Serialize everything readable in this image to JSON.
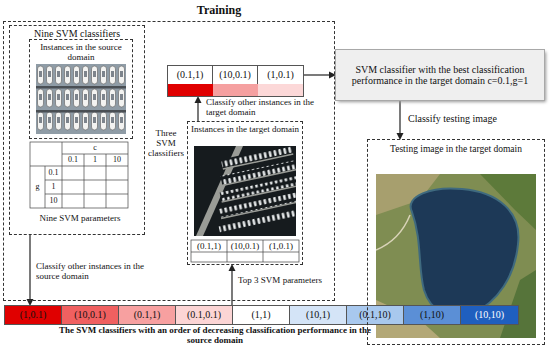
{
  "diagram": {
    "nodes": [
      {
        "text": [
          "Training"
        ]
      },
      {
        "text": [
          "Nine SVM classifiers"
        ],
        "in": 0
      },
      {
        "text": [
          "Instances in the source domain"
        ],
        "in": 1
      },
      {
        "text": [
          "(0.1,1)",
          "(10,0.1)",
          "(1,0.1)"
        ],
        "in": 0
      },
      {
        "text": [
          "Instances in the target domain"
        ],
        "in": 0
      },
      {
        "text": [
          "(1,0.1)",
          "(10,0.1)",
          "(0.1,1)",
          "(0.1,0.1)",
          "(1,1)",
          "(10,1)",
          "(0.1,10)",
          "(1,10)",
          "(10,10)",
          "The SVM classifiers with an order of decreasing classification performance in the source domain"
        ]
      },
      {
        "text": [
          "SVM classifier with the best classification performance in the target domain c=0.1,g=1"
        ]
      },
      {
        "text": [
          "Testing image in the target domain"
        ]
      }
    ],
    "edges": [
      {
        "from": 1,
        "to": 5,
        "arrow": "to",
        "label": "Classify other instances in the source domain"
      },
      {
        "from": 5,
        "to": 4,
        "arrow": "to",
        "label": "Top 3 SVM parameters"
      },
      {
        "from": 4,
        "to": 3,
        "arrow": "to",
        "label": "Classify other instances in the target domain"
      },
      {
        "from": 3,
        "to": 6,
        "arrow": "to"
      },
      {
        "from": 6,
        "to": 7,
        "arrow": "to",
        "label": "Classify testing image"
      }
    ],
    "labels": [
      "c",
      "0.1",
      "1",
      "10",
      "g",
      "0.1",
      "1",
      "10",
      "Nine SVM parameters",
      "Three SVM classifiers",
      "(0.1,1)",
      "(10,0.1)",
      "(1,0.1)"
    ]
  }
}
